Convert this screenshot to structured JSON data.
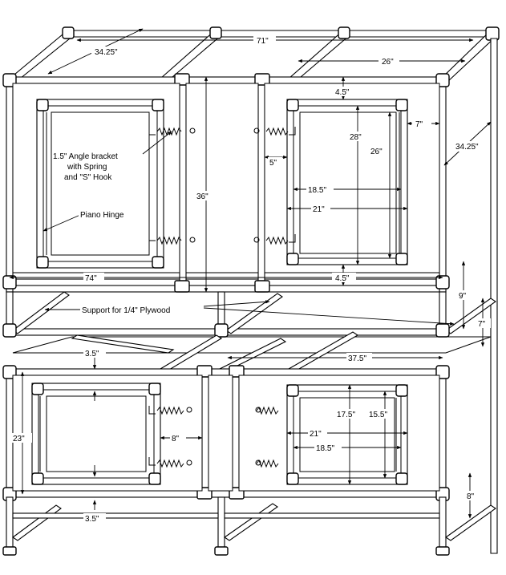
{
  "diagram": {
    "labels": {
      "top_depth": "34.25\"",
      "top_width": "71\"",
      "top_half_width": "26\"",
      "upper_margin_top": "4.5\"",
      "upper_side_gap": "7\"",
      "right_depth": "34.25\"",
      "upper_door_height": "28\"",
      "upper_inner_height": "26\"",
      "upper_hinge_gap": "5\"",
      "upper_inner_width": "18.5\"",
      "upper_door_width": "21\"",
      "upper_height": "36\"",
      "bracket_note_line1": "1.5\" Angle bracket",
      "bracket_note_line2": "with Spring",
      "bracket_note_line3": "and \"S\" Hook",
      "piano_hinge": "Piano Hinge",
      "total_width": "74\"",
      "upper_margin_bottom": "4.5\"",
      "mid_height": "9\"",
      "plywood_note": "Support for 1/4\" Plywood",
      "mid_side": "7\"",
      "lower_margin_top": "3.5\"",
      "lower_half_width": "37.5\"",
      "lower_height": "23\"",
      "lower_hinge_gap": "8\"",
      "lower_door_height": "17.5\"",
      "lower_inner_height": "15.5\"",
      "lower_door_width": "21\"",
      "lower_inner_width": "18.5\"",
      "leg_height": "8\"",
      "lower_margin_bottom": "3.5\""
    }
  }
}
